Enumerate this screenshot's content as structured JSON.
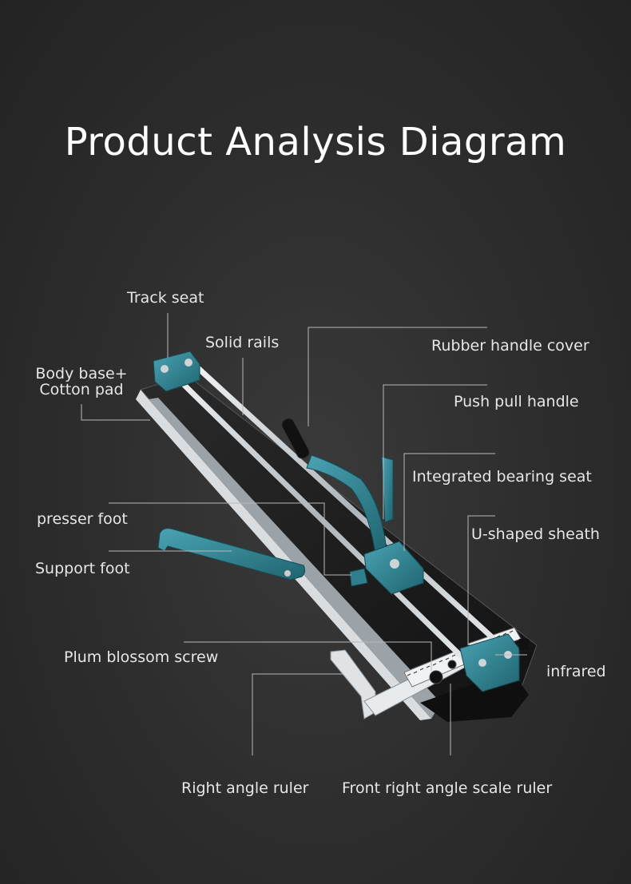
{
  "title": "Product Analysis Diagram",
  "labels": {
    "track_seat": "Track seat",
    "solid_rails": "Solid rails",
    "rubber_handle_cover": "Rubber handle cover",
    "body_base_line1": "Body base+",
    "body_base_line2": "Cotton pad",
    "push_pull_handle": "Push pull handle",
    "integrated_bearing_seat": "Integrated bearing seat",
    "presser_foot": "presser foot",
    "u_shaped_sheath": "U-shaped sheath",
    "support_foot": "Support foot",
    "plum_blossom_screw": "Plum blossom screw",
    "infrared": "infrared",
    "right_angle_ruler": "Right angle ruler",
    "front_right_angle_scale_ruler": "Front right angle scale ruler"
  },
  "colors": {
    "background": "#2c2c2c",
    "accent_teal": "#2f7f8f",
    "rail": "#d8dde0",
    "base": "#1e1e1e",
    "leader_line": "#b8b8b8"
  }
}
